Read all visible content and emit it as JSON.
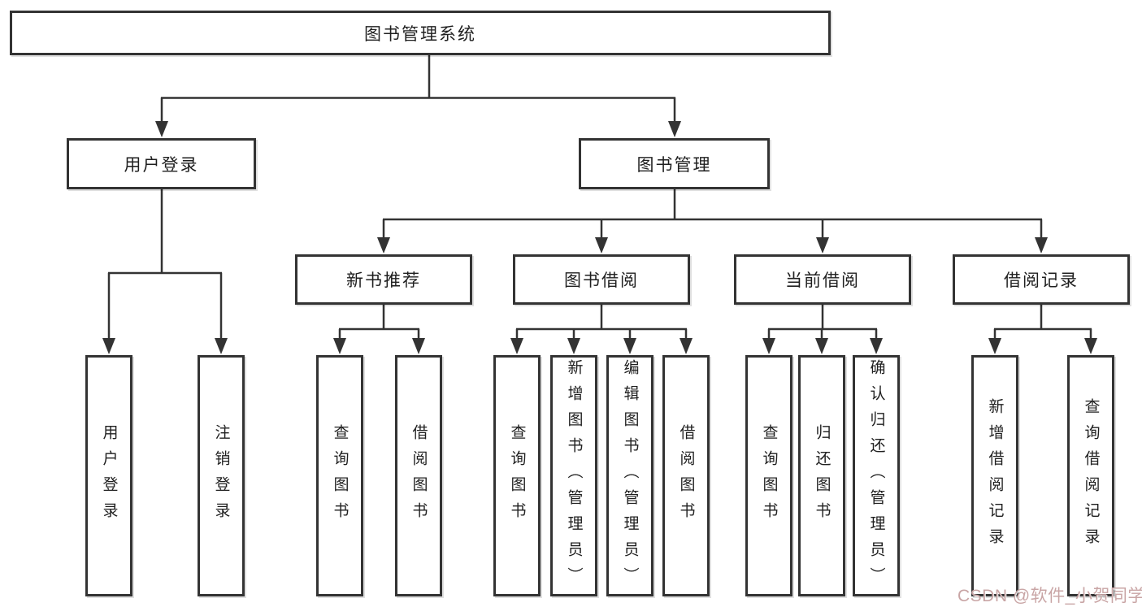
{
  "tree": {
    "root": {
      "label": "图书管理系统"
    },
    "branches": [
      {
        "label": "用户登录",
        "children": [
          {
            "label": "用户登录"
          },
          {
            "label": "注销登录"
          }
        ]
      },
      {
        "label": "图书管理",
        "children": [
          {
            "label": "新书推荐",
            "children": [
              {
                "label": "查询图书"
              },
              {
                "label": "借阅图书"
              }
            ]
          },
          {
            "label": "图书借阅",
            "children": [
              {
                "label": "查询图书"
              },
              {
                "label": "新增图书（管理员）"
              },
              {
                "label": "编辑图书（管理员）"
              },
              {
                "label": "借阅图书"
              }
            ]
          },
          {
            "label": "当前借阅",
            "children": [
              {
                "label": "查询图书"
              },
              {
                "label": "归还图书"
              },
              {
                "label": "确认归还（管理员）"
              }
            ]
          },
          {
            "label": "借阅记录",
            "children": [
              {
                "label": "新增借阅记录"
              },
              {
                "label": "查询借阅记录"
              }
            ]
          }
        ]
      }
    ]
  },
  "watermark": {
    "text": "CSDN @软件_小贺同学",
    "color": "#c9a5a5"
  },
  "colors": {
    "line": "#333333",
    "node_border": "#333333",
    "node_background": "#ffffff",
    "node_text": "#1f1f1f",
    "page_background": "#ffffff"
  }
}
